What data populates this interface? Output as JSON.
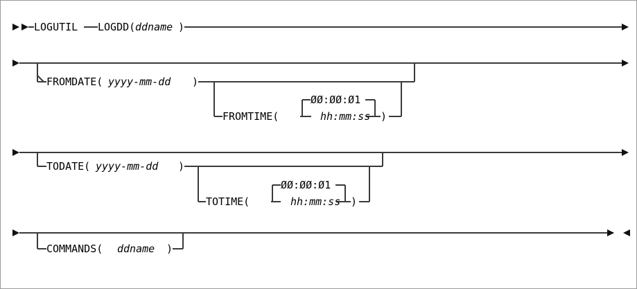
{
  "diagram": {
    "type": "railroad-syntax-diagram",
    "title": "LOGUTIL syntax diagram",
    "line_color": "#3a3a3a",
    "text_color": "#000000",
    "background": "#ffffff",
    "border_color": "#9a9a9a",
    "rows": [
      {
        "id": "row-logutil",
        "start_marker": "►►",
        "end_marker": "►",
        "tokens": [
          {
            "name": "logutil-keyword",
            "text": "LOGUTIL",
            "style": "roman"
          },
          {
            "name": "logdd-keyword",
            "text": "LOGDD(",
            "style": "roman"
          },
          {
            "name": "logdd-ddname-variable",
            "text": "ddname",
            "style": "italic"
          },
          {
            "name": "logdd-close-paren",
            "text": ")",
            "style": "roman"
          }
        ]
      },
      {
        "id": "row-fromdate",
        "start_marker": "►",
        "end_marker": "►",
        "optional_keyword": "FROMDATE(",
        "optional_variable": "yyyy-mm-dd",
        "optional_close": ")",
        "nested": {
          "keyword": "FROMTIME(",
          "default_value": "ØØ:ØØ:Ø1",
          "alternative_value": "hh:mm:ss",
          "close": ")"
        }
      },
      {
        "id": "row-todate",
        "start_marker": "►",
        "end_marker": "►",
        "optional_keyword": "TODATE(",
        "optional_variable": "yyyy-mm-dd",
        "optional_close": ")",
        "nested": {
          "keyword": "TOTIME(",
          "default_value": "ØØ:ØØ:Ø1",
          "alternative_value": "hh:mm:ss",
          "close": ")"
        }
      },
      {
        "id": "row-commands",
        "start_marker": "►",
        "end_marker": "►◄",
        "optional_keyword": "COMMANDS(",
        "optional_variable": "ddname",
        "optional_close": ")"
      }
    ],
    "labels": {
      "logutil": "LOGUTIL",
      "logdd_open": "LOGDD(",
      "logdd_var": "ddname",
      "close_paren": ")",
      "fromdate_open": "FROMDATE(",
      "fromdate_var": "yyyy-mm-dd",
      "fromtime_open": "FROMTIME(",
      "fromtime_default": "ØØ:ØØ:Ø1",
      "fromtime_var": "hh:mm:ss",
      "todate_open": "TODATE(",
      "todate_var": "yyyy-mm-dd",
      "totime_open": "TOTIME(",
      "totime_default": "ØØ:ØØ:Ø1",
      "totime_var": "hh:mm:ss",
      "commands_open": "COMMANDS(",
      "commands_var": "ddname"
    }
  }
}
